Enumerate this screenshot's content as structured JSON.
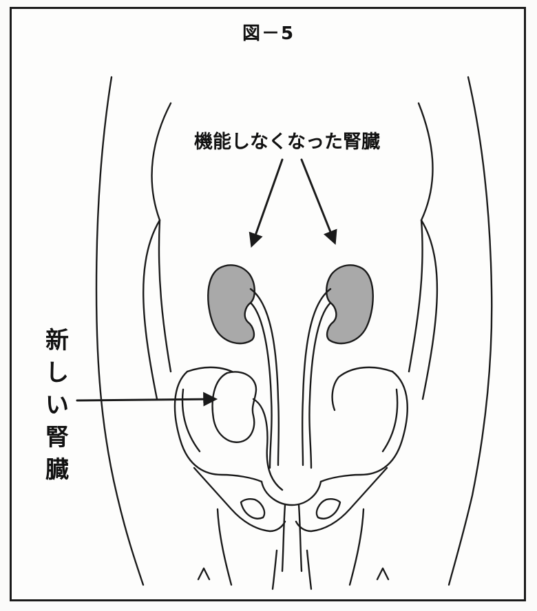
{
  "figure": {
    "title": "図－5",
    "label_failed_kidneys": "機能しなくなった腎臓",
    "label_new_kidney_chars": [
      "新",
      "し",
      "い",
      "腎",
      "臓"
    ]
  },
  "colors": {
    "kidney_fill": "#a9a9a9",
    "line": "#1a1a1a",
    "background": "#fdfdfc"
  }
}
